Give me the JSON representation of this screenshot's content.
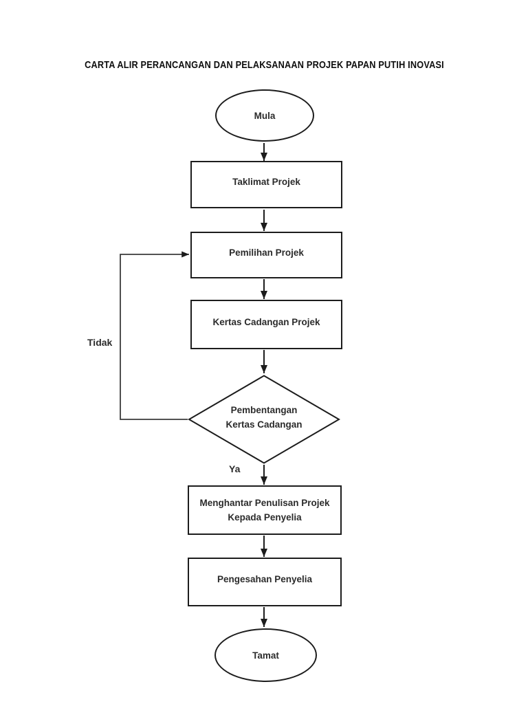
{
  "page": {
    "background": "#ffffff",
    "line_color": "#1c1c1c",
    "text_color": "#2b2b2b"
  },
  "title": "CARTA ALIR PERANCANGAN DAN PELAKSANAAN PROJEK PAPAN PUTIH INOVASI",
  "flowchart": {
    "nodes": [
      {
        "id": "start",
        "type": "ellipse",
        "label": "Mula"
      },
      {
        "id": "taklimat",
        "type": "rect",
        "label": "Taklimat Projek"
      },
      {
        "id": "pemilihan",
        "type": "rect",
        "label": "Pemilihan Projek"
      },
      {
        "id": "kertas",
        "type": "rect",
        "label": "Kertas Cadangan Projek"
      },
      {
        "id": "pembentangan",
        "type": "diamond",
        "label_line1": "Pembentangan",
        "label_line2": "Kertas Cadangan"
      },
      {
        "id": "menghantar",
        "type": "rect",
        "label_line1": "Menghantar Penulisan Projek",
        "label_line2": "Kepada Penyelia"
      },
      {
        "id": "pengesahan",
        "type": "rect",
        "label": "Pengesahan Penyelia"
      },
      {
        "id": "end",
        "type": "ellipse",
        "label": "Tamat"
      }
    ],
    "edge_labels": {
      "yes": "Ya",
      "no": "Tidak"
    }
  }
}
